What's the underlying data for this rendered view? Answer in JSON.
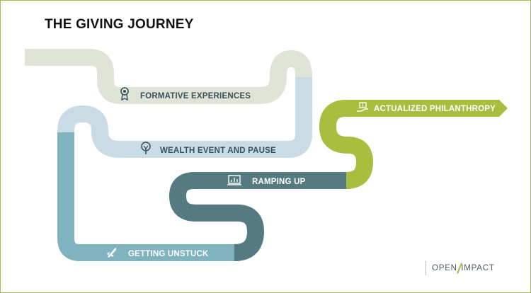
{
  "slide": {
    "title": "THE GIVING JOURNEY",
    "border_color": "#a9bd4c"
  },
  "journey": {
    "stages": [
      {
        "label": "FORMATIVE EXPERIENCES",
        "icon": "award-ribbon-icon",
        "color": "#e0e4d6",
        "text_color": "#394f5c"
      },
      {
        "label": "WEALTH EVENT AND PAUSE",
        "icon": "tree-icon",
        "color": "#c9dbe4",
        "text_color": "#394f5c"
      },
      {
        "label": "GETTING UNSTUCK",
        "icon": "rocket-icon",
        "color": "#7fb3bf",
        "text_color": "#ffffff"
      },
      {
        "label": "RAMPING UP",
        "icon": "laptop-chart-icon",
        "color": "#557a82",
        "text_color": "#ffffff"
      },
      {
        "label": "ACTUALIZED PHILANTHROPY",
        "icon": "hand-giving-icon",
        "color": "#a9bd3e",
        "text_color": "#ffffff"
      }
    ]
  },
  "logo": {
    "part1": "OPEN",
    "part2": "IMPACT"
  }
}
